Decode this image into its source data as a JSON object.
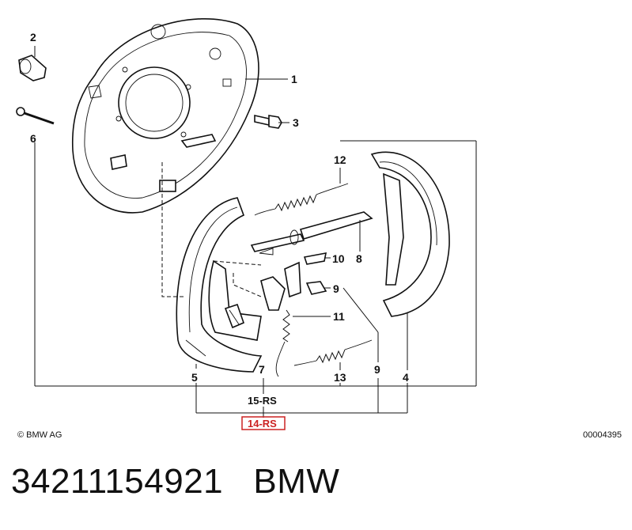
{
  "diagram": {
    "part_labels": [
      "1",
      "2",
      "3",
      "4",
      "5",
      "6",
      "7",
      "8",
      "9",
      "9",
      "10",
      "11",
      "12",
      "13"
    ],
    "group_labels": [
      "15-RS",
      "14-RS"
    ],
    "highlight_color": "#cc2222",
    "copyright": "© BMW AG",
    "diagram_code": "00004395"
  },
  "caption": {
    "part_number": "34211154921",
    "brand": "BMW"
  }
}
